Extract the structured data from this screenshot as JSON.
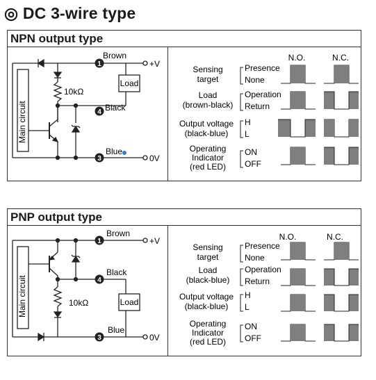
{
  "page_title": "◎ DC 3-wire type",
  "npn": {
    "header": "NPN output type",
    "circuit": {
      "main_circuit": "Main circuit",
      "resistor": "10kΩ",
      "load": "Load",
      "brown": "Brown",
      "black": "Black",
      "blue": "Blue",
      "plus_v": "+V",
      "zero_v": "0V",
      "pin1": "1",
      "pin4": "4",
      "pin3": "3"
    },
    "timing": {
      "col_no": "N.O.",
      "col_nc": "N.C.",
      "rows": [
        {
          "label": [
            "Sensing",
            "target"
          ],
          "states": [
            "Presence",
            "None"
          ]
        },
        {
          "label": [
            "Load",
            "(brown-black)"
          ],
          "states": [
            "Operation",
            "Return"
          ]
        },
        {
          "label": [
            "Output voltage",
            "(black-blue)"
          ],
          "states": [
            "H",
            "L"
          ]
        },
        {
          "label": [
            "Operating",
            "Indicator",
            "(red LED)"
          ],
          "states": [
            "ON",
            "OFF"
          ]
        }
      ]
    }
  },
  "pnp": {
    "header": "PNP output type",
    "circuit": {
      "main_circuit": "Main circuit",
      "resistor": "10kΩ",
      "load": "Load",
      "brown": "Brown",
      "black": "Black",
      "blue": "Blue",
      "plus_v": "+V",
      "zero_v": "0V",
      "pin1": "1",
      "pin4": "4",
      "pin3": "3"
    },
    "timing": {
      "col_no": "N.O.",
      "col_nc": "N.C.",
      "rows": [
        {
          "label": [
            "Sensing",
            "target"
          ],
          "states": [
            "Presence",
            "None"
          ]
        },
        {
          "label": [
            "Load",
            "(black-blue)"
          ],
          "states": [
            "Operation",
            "Return"
          ]
        },
        {
          "label": [
            "Output voltage",
            "(black-blue)"
          ],
          "states": [
            "H",
            "L"
          ]
        },
        {
          "label": [
            "Operating",
            "Indicator",
            "(red LED)"
          ],
          "states": [
            "ON",
            "OFF"
          ]
        }
      ]
    }
  },
  "colors": {
    "waveform_fill": "#7f7f7f",
    "line": "#222222",
    "blue_dot": "#3a7bd5"
  }
}
